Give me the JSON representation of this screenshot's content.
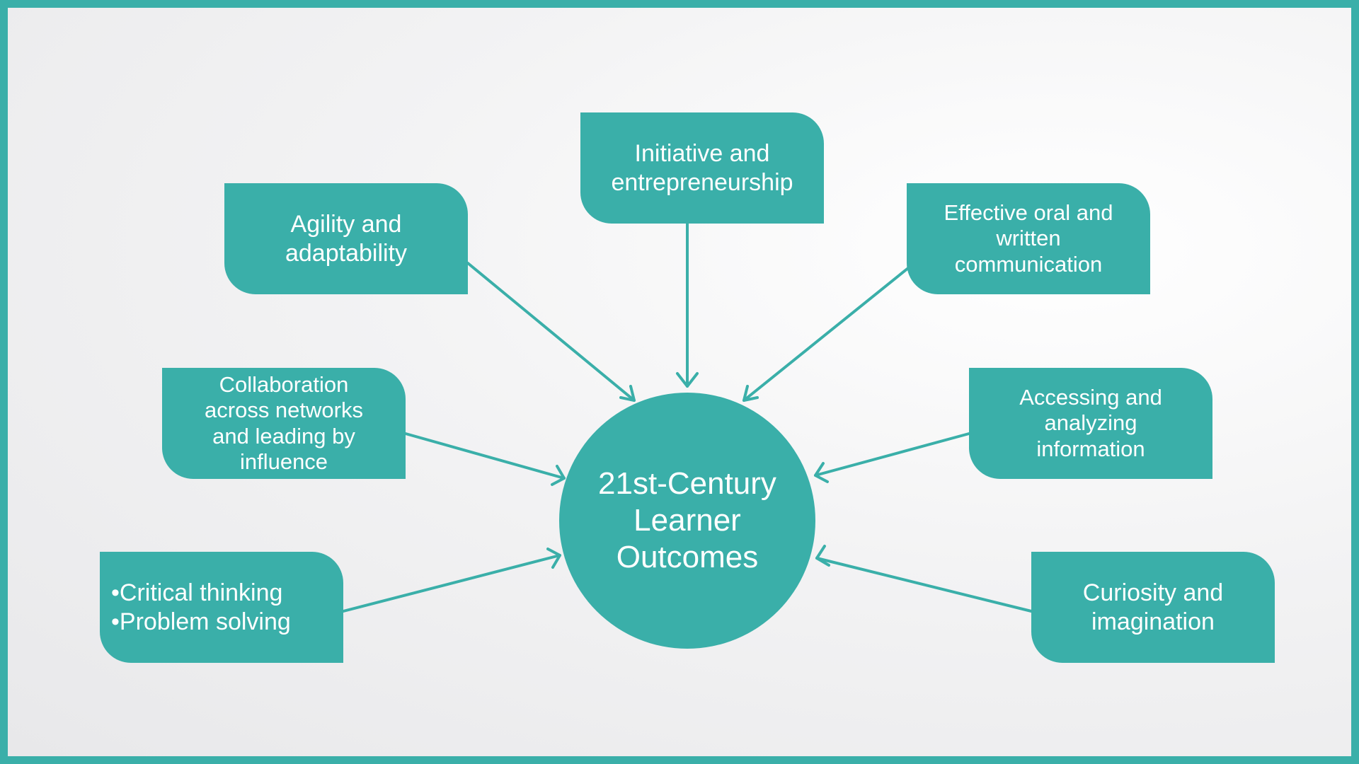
{
  "colors": {
    "accent": "#3aafa9",
    "text": "#ffffff",
    "background": "#f2f2f3"
  },
  "center": {
    "label": "21st-Century\nLearner\nOutcomes"
  },
  "nodes": {
    "initiative": "Initiative and\nentrepreneurship",
    "agility": "Agility and\nadaptability",
    "communication": "Effective oral and\nwritten\ncommunication",
    "collaboration": "Collaboration\nacross networks\nand leading by\ninfluence",
    "accessing": "Accessing and\nanalyzing\ninformation",
    "critical": "•Critical thinking\n•Problem solving",
    "curiosity": "Curiosity and\nimagination"
  }
}
